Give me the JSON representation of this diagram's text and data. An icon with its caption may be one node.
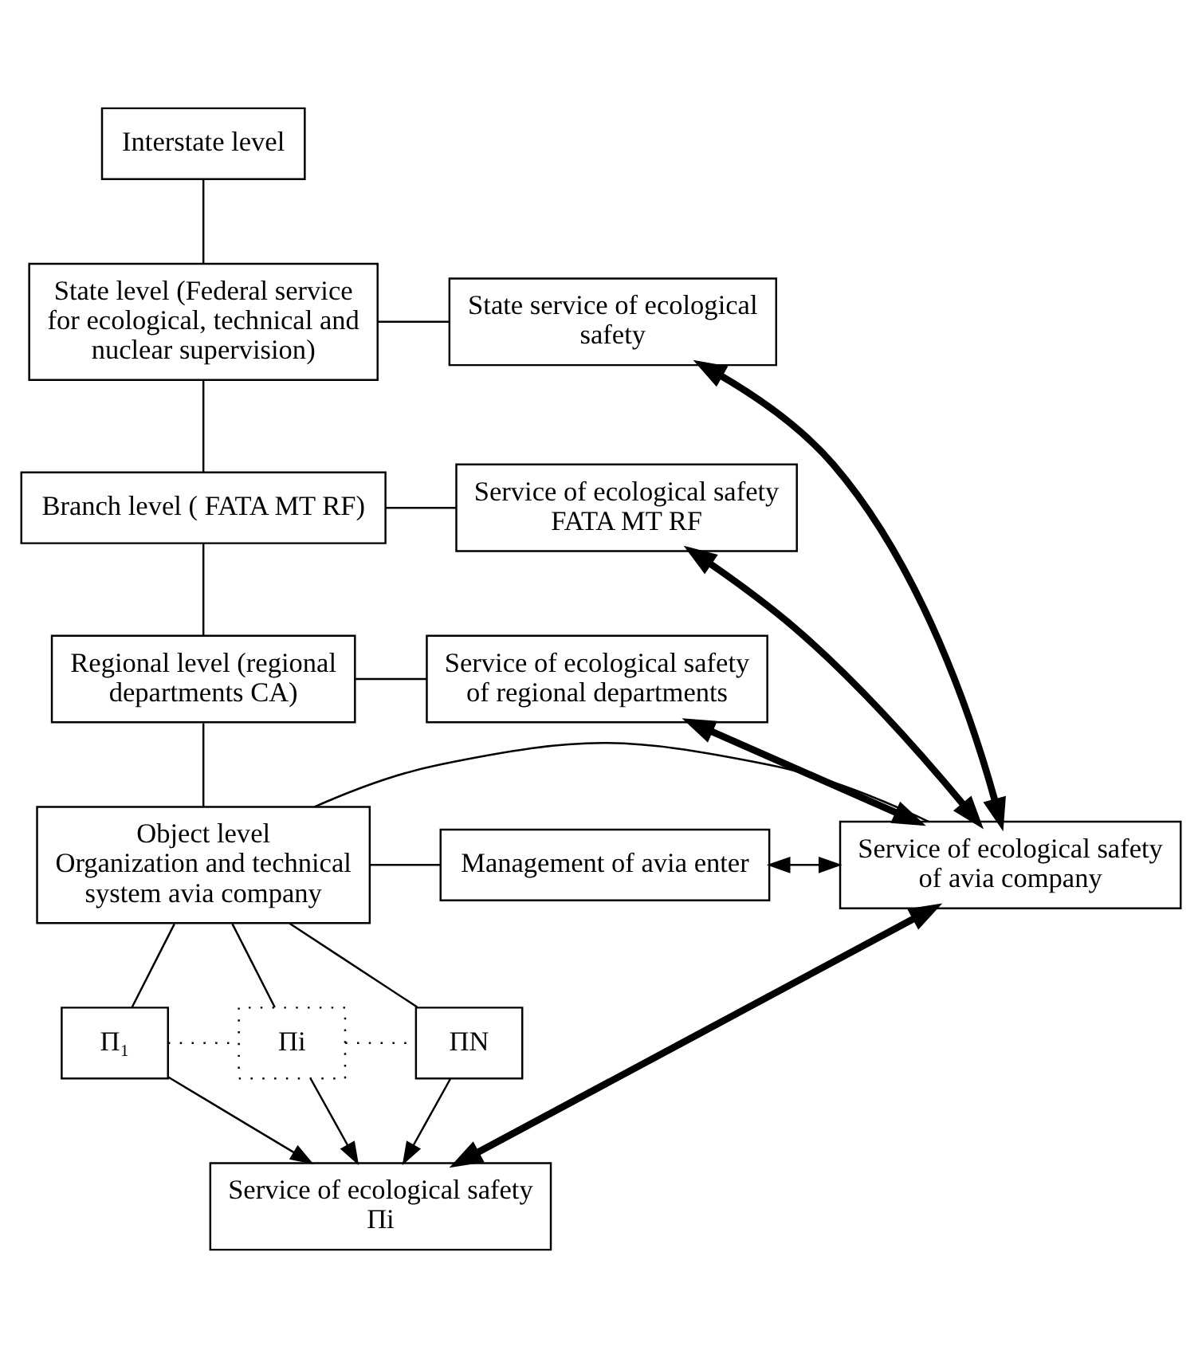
{
  "diagram": {
    "nodes": [
      {
        "text": [
          "Interstate level"
        ]
      },
      {
        "text": [
          "State level (Federal service for ecological, technical and nuclear supervision)"
        ]
      },
      {
        "text": [
          "State service of ecological safety"
        ]
      },
      {
        "text": [
          "Branch level ( FATA MT RF)"
        ]
      },
      {
        "text": [
          "Service of ecological safety FATA MT RF"
        ]
      },
      {
        "text": [
          "Regional level (regional departments CA)"
        ]
      },
      {
        "text": [
          "Service of ecological safety of regional departments"
        ]
      },
      {
        "text": [
          "Object level",
          "Organization and technical system avia company"
        ]
      },
      {
        "text": [
          "Management of avia enter"
        ]
      },
      {
        "text": [
          "Service of ecological safety of avia company"
        ]
      },
      {
        "text": [
          "Π₁"
        ]
      },
      {
        "text": [
          "Πi"
        ]
      },
      {
        "text": [
          "ΠN"
        ]
      },
      {
        "text": [
          "Service of ecological safety Πi"
        ]
      }
    ],
    "edges": [
      {
        "from": 0,
        "to": 1,
        "arrow": "none"
      },
      {
        "from": 1,
        "to": 2,
        "arrow": "none"
      },
      {
        "from": 1,
        "to": 3,
        "arrow": "none"
      },
      {
        "from": 3,
        "to": 4,
        "arrow": "none"
      },
      {
        "from": 3,
        "to": 5,
        "arrow": "none"
      },
      {
        "from": 5,
        "to": 6,
        "arrow": "none"
      },
      {
        "from": 5,
        "to": 7,
        "arrow": "none"
      },
      {
        "from": 7,
        "to": 8,
        "arrow": "none"
      },
      {
        "from": 7,
        "to": 9,
        "arrow": "none"
      },
      {
        "from": 8,
        "to": 9,
        "arrow": "both"
      },
      {
        "from": 9,
        "to": 2,
        "arrow": "both",
        "style": "thick"
      },
      {
        "from": 9,
        "to": 4,
        "arrow": "both",
        "style": "thick"
      },
      {
        "from": 9,
        "to": 6,
        "arrow": "both",
        "style": "thick"
      },
      {
        "from": 7,
        "to": 10,
        "arrow": "none"
      },
      {
        "from": 7,
        "to": 11,
        "arrow": "none"
      },
      {
        "from": 7,
        "to": 12,
        "arrow": "none"
      },
      {
        "from": 10,
        "to": 11,
        "arrow": "none",
        "style": "dashed"
      },
      {
        "from": 11,
        "to": 12,
        "arrow": "none",
        "style": "dashed"
      },
      {
        "from": 10,
        "to": 13,
        "arrow": "to"
      },
      {
        "from": 11,
        "to": 13,
        "arrow": "to"
      },
      {
        "from": 12,
        "to": 13,
        "arrow": "to"
      },
      {
        "from": 9,
        "to": 13,
        "arrow": "both",
        "style": "thick"
      }
    ]
  }
}
